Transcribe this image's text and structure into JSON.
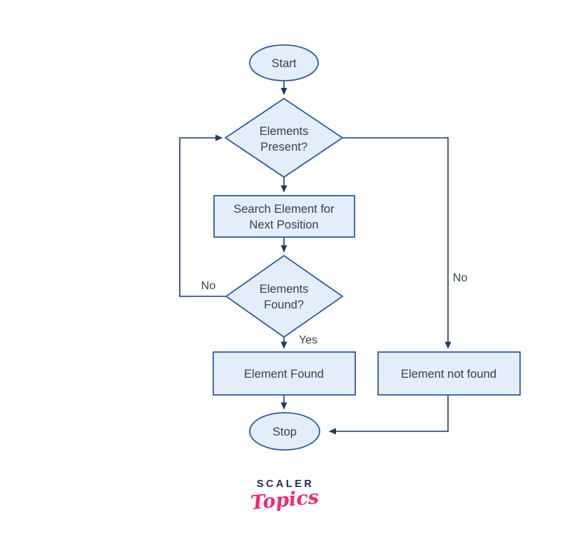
{
  "palette": {
    "background": "#ffffff",
    "shape_fill": "#e4eefb",
    "shape_stroke": "#2f5e9c",
    "connector": "#1d3c64",
    "text": "#3a3f47",
    "logo_navy": "#1d2b45",
    "logo_pink": "#ee2b72"
  },
  "flowchart": {
    "nodes": {
      "start": {
        "type": "terminator",
        "label": "Start"
      },
      "elements_present": {
        "type": "decision",
        "line1": "Elements",
        "line2": "Present?"
      },
      "search_element": {
        "type": "process",
        "line1": "Search Element for",
        "line2": "Next Position"
      },
      "elements_found": {
        "type": "decision",
        "line1": "Elements",
        "line2": "Found?"
      },
      "element_found": {
        "type": "process",
        "label": "Element Found"
      },
      "element_not_found": {
        "type": "process",
        "label": "Element not found"
      },
      "stop": {
        "type": "terminator",
        "label": "Stop"
      }
    },
    "edge_labels": {
      "elements_found_no": "No",
      "elements_found_yes": "Yes",
      "elements_present_no": "No"
    }
  },
  "logo": {
    "brand": "SCALER",
    "product": "Topics"
  }
}
